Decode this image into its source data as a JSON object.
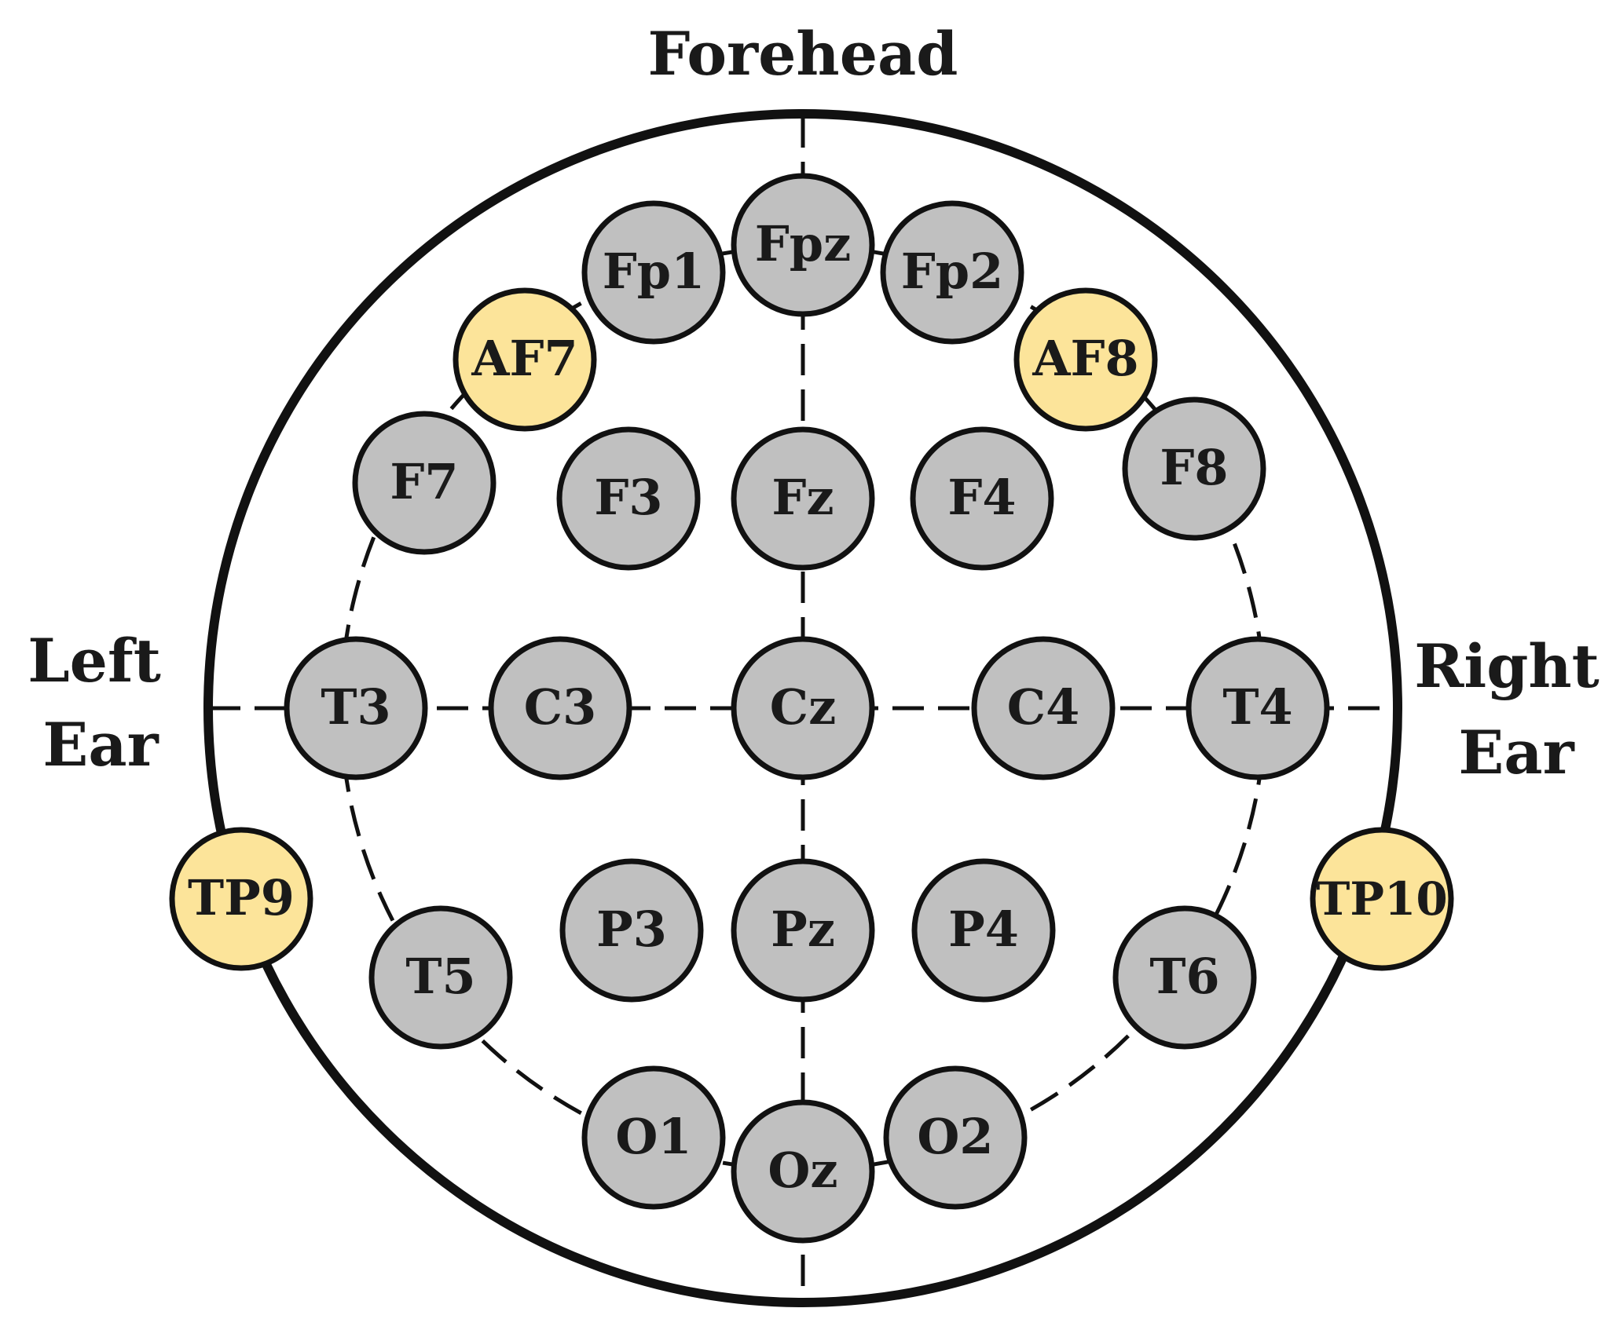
{
  "labels": {
    "top": "Forehead",
    "left_line1": "Left",
    "left_line2": "Ear",
    "right_line1": "Right",
    "right_line2": "Ear"
  },
  "colors": {
    "standard_electrode": "#c0c0c0",
    "highlighted_electrode": "#fce49a",
    "stroke": "#111111"
  },
  "electrodes": [
    {
      "id": "Fpz",
      "label": "Fpz",
      "highlighted": false
    },
    {
      "id": "Fp1",
      "label": "Fp1",
      "highlighted": false
    },
    {
      "id": "Fp2",
      "label": "Fp2",
      "highlighted": false
    },
    {
      "id": "AF7",
      "label": "AF7",
      "highlighted": true
    },
    {
      "id": "AF8",
      "label": "AF8",
      "highlighted": true
    },
    {
      "id": "F7",
      "label": "F7",
      "highlighted": false
    },
    {
      "id": "F3",
      "label": "F3",
      "highlighted": false
    },
    {
      "id": "Fz",
      "label": "Fz",
      "highlighted": false
    },
    {
      "id": "F4",
      "label": "F4",
      "highlighted": false
    },
    {
      "id": "F8",
      "label": "F8",
      "highlighted": false
    },
    {
      "id": "T3",
      "label": "T3",
      "highlighted": false
    },
    {
      "id": "C3",
      "label": "C3",
      "highlighted": false
    },
    {
      "id": "Cz",
      "label": "Cz",
      "highlighted": false
    },
    {
      "id": "C4",
      "label": "C4",
      "highlighted": false
    },
    {
      "id": "T4",
      "label": "T4",
      "highlighted": false
    },
    {
      "id": "TP9",
      "label": "TP9",
      "highlighted": true
    },
    {
      "id": "TP10",
      "label": "TP10",
      "highlighted": true
    },
    {
      "id": "T5",
      "label": "T5",
      "highlighted": false
    },
    {
      "id": "P3",
      "label": "P3",
      "highlighted": false
    },
    {
      "id": "Pz",
      "label": "Pz",
      "highlighted": false
    },
    {
      "id": "P4",
      "label": "P4",
      "highlighted": false
    },
    {
      "id": "T6",
      "label": "T6",
      "highlighted": false
    },
    {
      "id": "O1",
      "label": "O1",
      "highlighted": false
    },
    {
      "id": "Oz",
      "label": "Oz",
      "highlighted": false
    },
    {
      "id": "O2",
      "label": "O2",
      "highlighted": false
    }
  ]
}
